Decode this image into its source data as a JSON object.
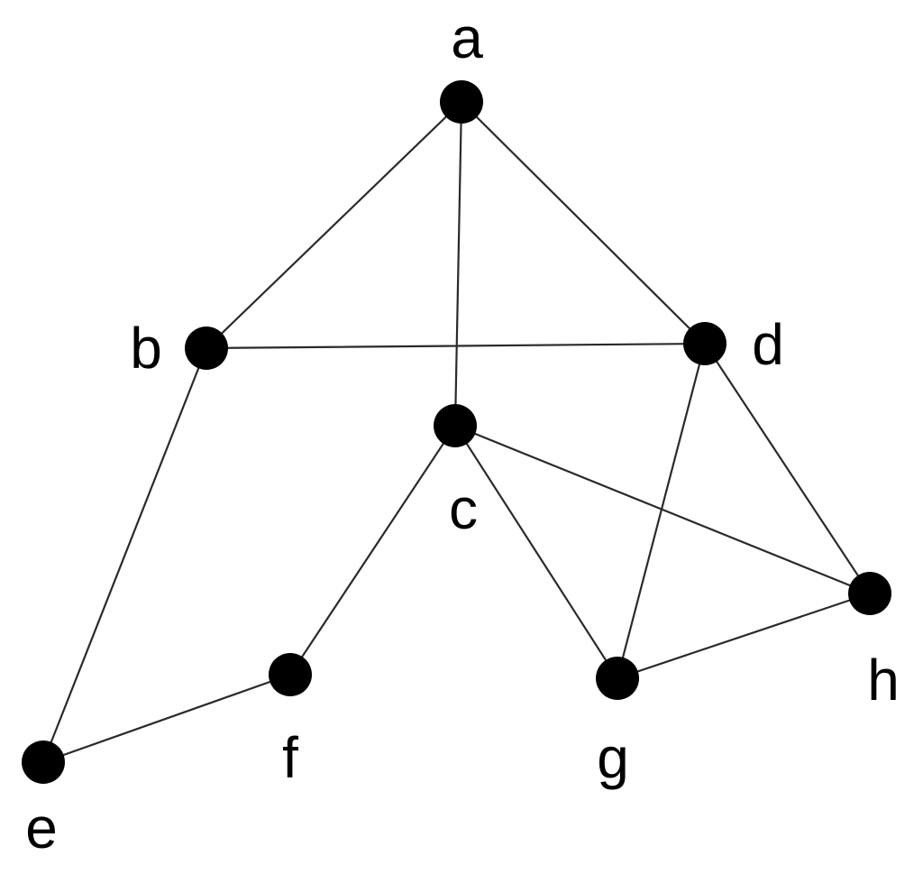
{
  "graph": {
    "nodes": [
      {
        "id": "a",
        "label": "a"
      },
      {
        "id": "b",
        "label": "b"
      },
      {
        "id": "c",
        "label": "c"
      },
      {
        "id": "d",
        "label": "d"
      },
      {
        "id": "e",
        "label": "e"
      },
      {
        "id": "f",
        "label": "f"
      },
      {
        "id": "g",
        "label": "g"
      },
      {
        "id": "h",
        "label": "h"
      }
    ],
    "edges": [
      [
        "a",
        "b"
      ],
      [
        "a",
        "c"
      ],
      [
        "a",
        "d"
      ],
      [
        "b",
        "d"
      ],
      [
        "b",
        "e"
      ],
      [
        "c",
        "f"
      ],
      [
        "c",
        "g"
      ],
      [
        "c",
        "h"
      ],
      [
        "d",
        "g"
      ],
      [
        "d",
        "h"
      ],
      [
        "e",
        "f"
      ],
      [
        "g",
        "h"
      ]
    ],
    "colors": {
      "node": "#000000",
      "edge": "#2a2a2a",
      "background": "#ffffff"
    }
  }
}
